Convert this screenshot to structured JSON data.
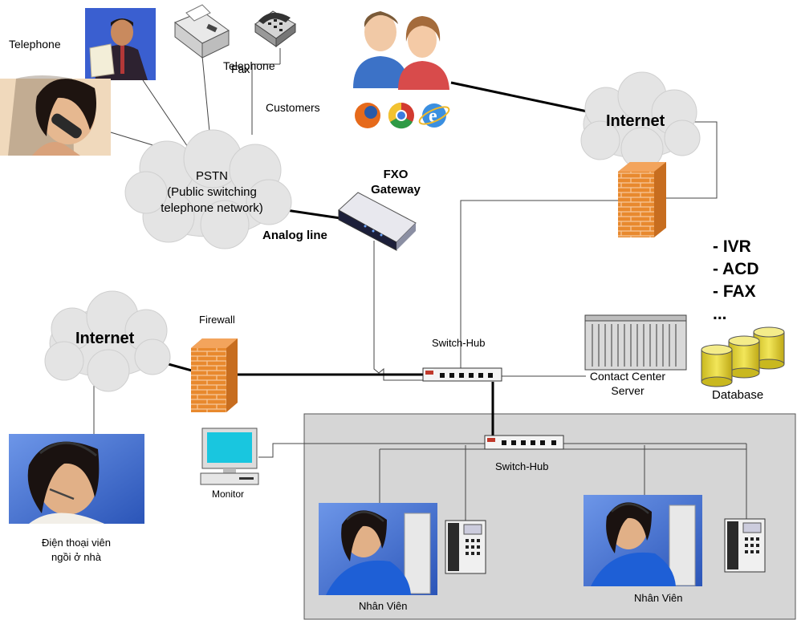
{
  "labels": {
    "telephone_left": "Telephone",
    "fax": "Fax",
    "telephone_top": "Telephone",
    "customers": "Customers",
    "pstn_line1": "PSTN",
    "pstn_line2": "(Public switching",
    "pstn_line3": "telephone network)",
    "analog_line": "Analog line",
    "fxo_line1": "FXO",
    "fxo_line2": "Gateway",
    "internet_right": "Internet",
    "internet_left": "Internet",
    "firewall": "Firewall",
    "switch_hub_top": "Switch-Hub",
    "switch_hub_bottom": "Switch-Hub",
    "contact_center_line1": "Contact Center",
    "contact_center_line2": "Server",
    "services": [
      "- IVR",
      "- ACD",
      "- FAX",
      "..."
    ],
    "database": "Database",
    "monitor": "Monitor",
    "home_agent_line1": "Điện thoại viên",
    "home_agent_line2": "ngồi ở nhà",
    "agent_1": "Nhân Viên",
    "agent_2": "Nhân Viên"
  },
  "colors": {
    "cloud": "#e4e4e4",
    "firewall": "#e8892e",
    "office_zone": "#d6d6d6",
    "database": "#e2d23a",
    "photo_background": "#3f6fd0"
  }
}
